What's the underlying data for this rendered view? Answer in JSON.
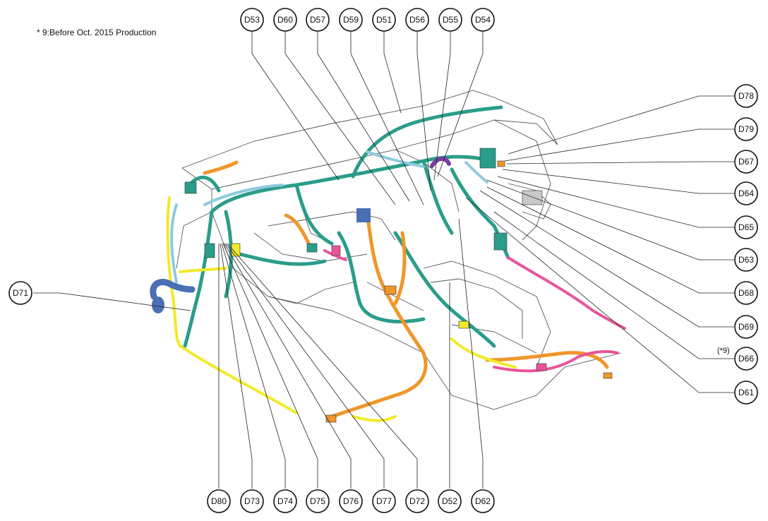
{
  "footnote": "* 9:Before Oct. 2015 Production",
  "side_note": "(*9)",
  "top_connectors": [
    "D53",
    "D60",
    "D57",
    "D59",
    "D51",
    "D56",
    "D55",
    "D54"
  ],
  "right_connectors": [
    "D78",
    "D79",
    "D67",
    "D64",
    "D65",
    "D63",
    "D68",
    "D69",
    "D66",
    "D61"
  ],
  "left_connectors": [
    "D71"
  ],
  "bottom_connectors": [
    "D80",
    "D73",
    "D74",
    "D75",
    "D76",
    "D77",
    "D72",
    "D52",
    "D62"
  ],
  "colors": {
    "main_harness": "#2a9d8a",
    "light_blue_harness": "#8ecae0",
    "orange_harness": "#f0962a",
    "yellow_harness": "#f2ea2a",
    "pink_harness": "#e8559a",
    "blue_part": "#4a6fb5",
    "purple_part": "#7b3fa0",
    "outline": "#444444"
  }
}
